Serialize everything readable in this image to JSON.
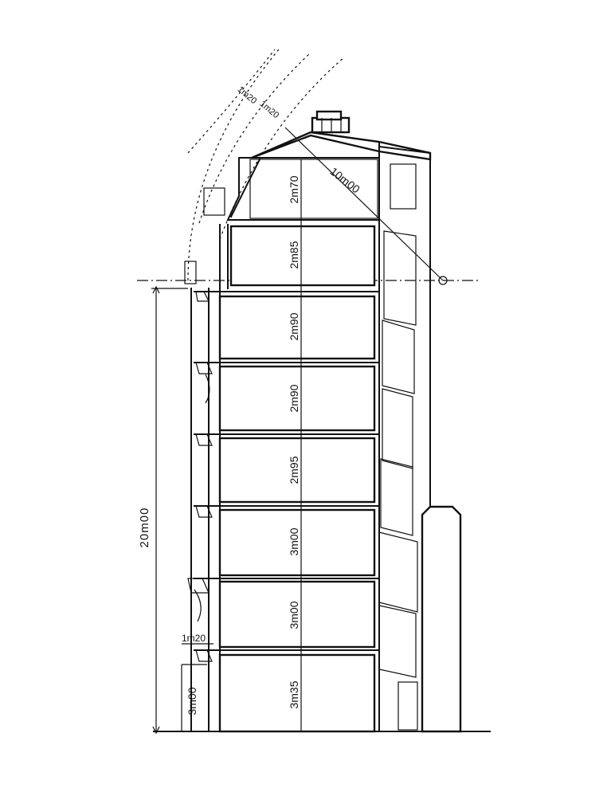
{
  "dimensions": {
    "total_height": "20m00",
    "ground_floor_arcade": "3m00",
    "balcony_projection": "1m20",
    "roof_radius": "10m00",
    "gabarit_offset_1": "1m20",
    "gabarit_offset_2": "1m20",
    "floors": [
      {
        "height": "2m70"
      },
      {
        "height": "2m85"
      },
      {
        "height": "2m90"
      },
      {
        "height": "2m90"
      },
      {
        "height": "2m95"
      },
      {
        "height": "3m00"
      },
      {
        "height": "3m00"
      },
      {
        "height": "3m35"
      }
    ]
  }
}
